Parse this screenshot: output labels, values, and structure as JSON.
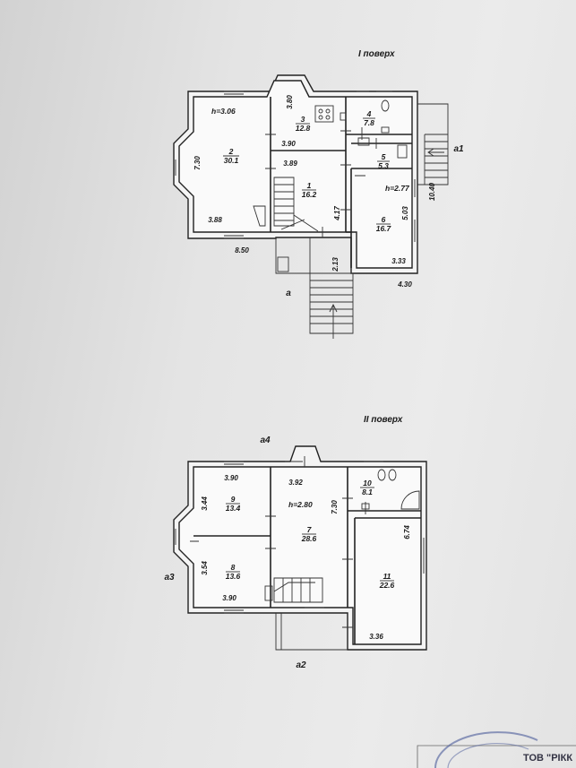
{
  "floor1": {
    "title": "I поверх",
    "height_label": "h=3.06",
    "height_label_2": "h=2.77",
    "rooms": [
      {
        "no": "1",
        "area": "16.2"
      },
      {
        "no": "2",
        "area": "30.1"
      },
      {
        "no": "3",
        "area": "12.8"
      },
      {
        "no": "4",
        "area": "7.8"
      },
      {
        "no": "5",
        "area": "5.3"
      },
      {
        "no": "6",
        "area": "16.7"
      }
    ],
    "dims": [
      "7.30",
      "3.88",
      "8.50",
      "3.80",
      "3.90",
      "3.89",
      "4.17",
      "2.13",
      "10.40",
      "5.03",
      "3.33",
      "4.30"
    ],
    "entrances": [
      "a",
      "a1"
    ]
  },
  "floor2": {
    "title": "II поверх",
    "height_label": "h=2.80",
    "rooms": [
      {
        "no": "7",
        "area": "28.6"
      },
      {
        "no": "8",
        "area": "13.6"
      },
      {
        "no": "9",
        "area": "13.4"
      },
      {
        "no": "10",
        "area": "8.1"
      },
      {
        "no": "11",
        "area": "22.6"
      }
    ],
    "dims": [
      "3.90",
      "3.44",
      "3.54",
      "3.90",
      "3.92",
      "7.30",
      "6.74",
      "3.36"
    ],
    "entrances": [
      "a2",
      "a3",
      "a4"
    ]
  },
  "stamp_text": "ТОВ \"РІКК"
}
